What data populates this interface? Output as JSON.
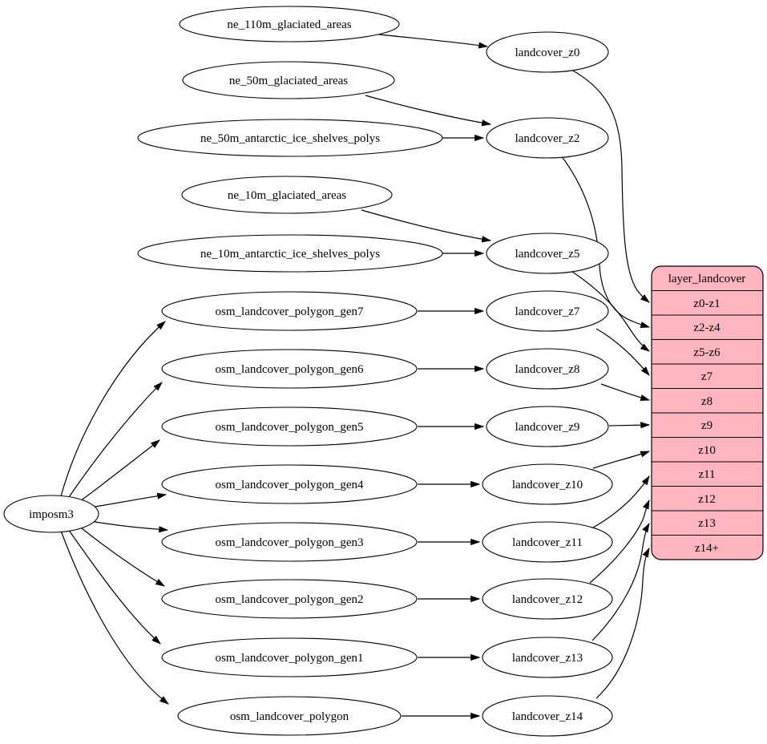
{
  "colors": {
    "background": "#ffffff",
    "node_fill": "#ffffff",
    "node_stroke": "#000000",
    "edge": "#000000",
    "table_fill": "#ffb6c1",
    "table_stroke": "#000000",
    "text": "#000000"
  },
  "nodes": {
    "imposm3": "imposm3",
    "ne_110m_glaciated_areas": "ne_110m_glaciated_areas",
    "ne_50m_glaciated_areas": "ne_50m_glaciated_areas",
    "ne_50m_antarctic_ice_shelves_polys": "ne_50m_antarctic_ice_shelves_polys",
    "ne_10m_glaciated_areas": "ne_10m_glaciated_areas",
    "ne_10m_antarctic_ice_shelves_polys": "ne_10m_antarctic_ice_shelves_polys",
    "osm_landcover_polygon_gen7": "osm_landcover_polygon_gen7",
    "osm_landcover_polygon_gen6": "osm_landcover_polygon_gen6",
    "osm_landcover_polygon_gen5": "osm_landcover_polygon_gen5",
    "osm_landcover_polygon_gen4": "osm_landcover_polygon_gen4",
    "osm_landcover_polygon_gen3": "osm_landcover_polygon_gen3",
    "osm_landcover_polygon_gen2": "osm_landcover_polygon_gen2",
    "osm_landcover_polygon_gen1": "osm_landcover_polygon_gen1",
    "osm_landcover_polygon": "osm_landcover_polygon",
    "landcover_z0": "landcover_z0",
    "landcover_z2": "landcover_z2",
    "landcover_z5": "landcover_z5",
    "landcover_z7": "landcover_z7",
    "landcover_z8": "landcover_z8",
    "landcover_z9": "landcover_z9",
    "landcover_z10": "landcover_z10",
    "landcover_z11": "landcover_z11",
    "landcover_z12": "landcover_z12",
    "landcover_z13": "landcover_z13",
    "landcover_z14": "landcover_z14"
  },
  "table": {
    "title": "layer_landcover",
    "rows": [
      "z0-z1",
      "z2-z4",
      "z5-z6",
      "z7",
      "z8",
      "z9",
      "z10",
      "z11",
      "z12",
      "z13",
      "z14+"
    ]
  },
  "edges": [
    {
      "from": "imposm3",
      "to": "osm_landcover_polygon_gen7"
    },
    {
      "from": "imposm3",
      "to": "osm_landcover_polygon_gen6"
    },
    {
      "from": "imposm3",
      "to": "osm_landcover_polygon_gen5"
    },
    {
      "from": "imposm3",
      "to": "osm_landcover_polygon_gen4"
    },
    {
      "from": "imposm3",
      "to": "osm_landcover_polygon_gen3"
    },
    {
      "from": "imposm3",
      "to": "osm_landcover_polygon_gen2"
    },
    {
      "from": "imposm3",
      "to": "osm_landcover_polygon_gen1"
    },
    {
      "from": "imposm3",
      "to": "osm_landcover_polygon"
    },
    {
      "from": "ne_110m_glaciated_areas",
      "to": "landcover_z0"
    },
    {
      "from": "ne_50m_glaciated_areas",
      "to": "landcover_z2"
    },
    {
      "from": "ne_50m_antarctic_ice_shelves_polys",
      "to": "landcover_z2"
    },
    {
      "from": "ne_10m_glaciated_areas",
      "to": "landcover_z5"
    },
    {
      "from": "ne_10m_antarctic_ice_shelves_polys",
      "to": "landcover_z5"
    },
    {
      "from": "osm_landcover_polygon_gen7",
      "to": "landcover_z7"
    },
    {
      "from": "osm_landcover_polygon_gen6",
      "to": "landcover_z8"
    },
    {
      "from": "osm_landcover_polygon_gen5",
      "to": "landcover_z9"
    },
    {
      "from": "osm_landcover_polygon_gen4",
      "to": "landcover_z10"
    },
    {
      "from": "osm_landcover_polygon_gen3",
      "to": "landcover_z11"
    },
    {
      "from": "osm_landcover_polygon_gen2",
      "to": "landcover_z12"
    },
    {
      "from": "osm_landcover_polygon_gen1",
      "to": "landcover_z13"
    },
    {
      "from": "osm_landcover_polygon",
      "to": "landcover_z14"
    },
    {
      "from": "landcover_z0",
      "to": "layer_landcover.z0-z1"
    },
    {
      "from": "landcover_z2",
      "to": "layer_landcover.z2-z4"
    },
    {
      "from": "landcover_z5",
      "to": "layer_landcover.z5-z6"
    },
    {
      "from": "landcover_z7",
      "to": "layer_landcover.z7"
    },
    {
      "from": "landcover_z8",
      "to": "layer_landcover.z8"
    },
    {
      "from": "landcover_z9",
      "to": "layer_landcover.z9"
    },
    {
      "from": "landcover_z10",
      "to": "layer_landcover.z10"
    },
    {
      "from": "landcover_z11",
      "to": "layer_landcover.z11"
    },
    {
      "from": "landcover_z12",
      "to": "layer_landcover.z12"
    },
    {
      "from": "landcover_z13",
      "to": "layer_landcover.z13"
    },
    {
      "from": "landcover_z14",
      "to": "layer_landcover.z14+"
    }
  ]
}
